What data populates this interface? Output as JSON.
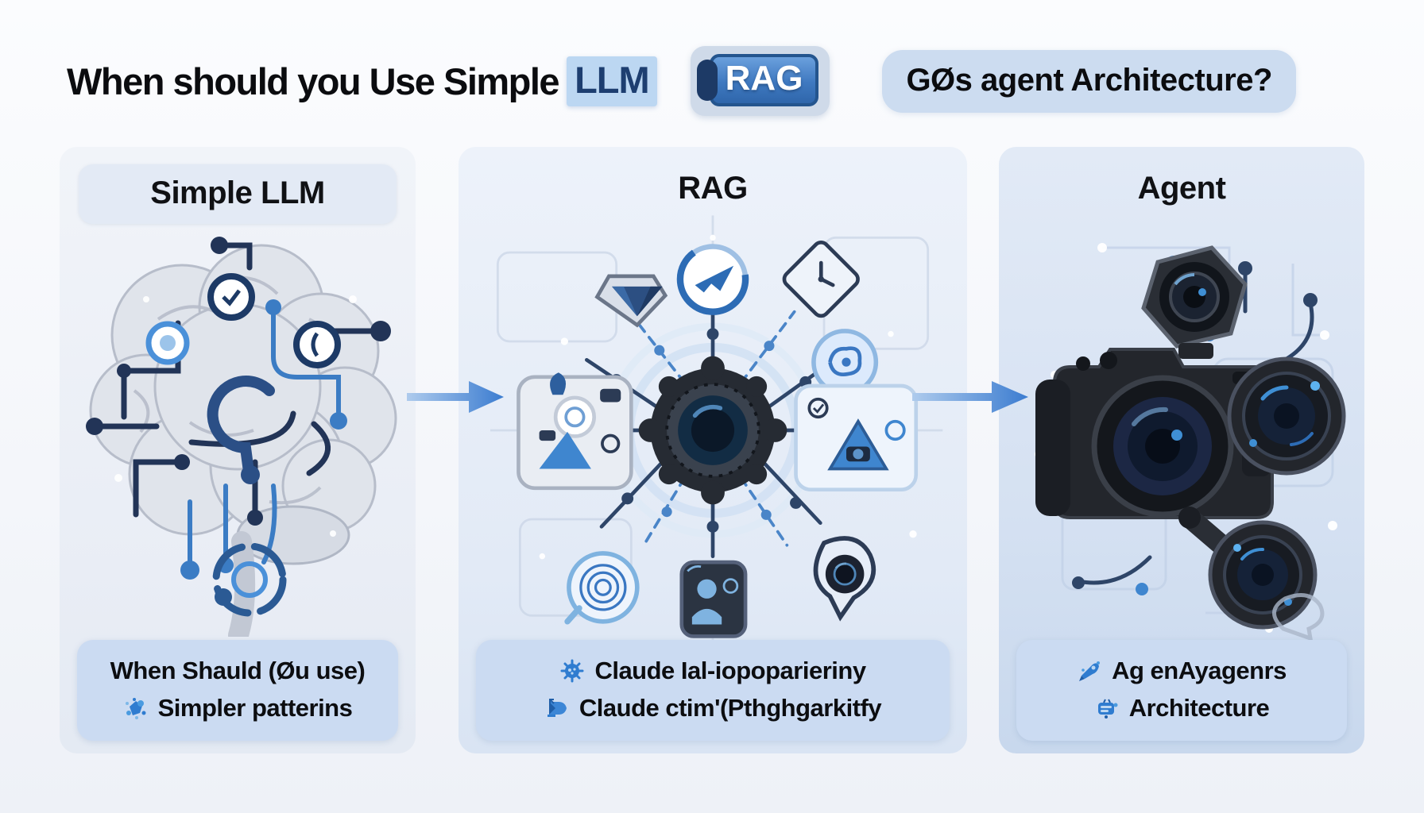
{
  "title": {
    "prefix": "When should you Use Simple",
    "llm_highlight": "LLM",
    "rag_badge": "RAG",
    "suffix": "GØs agent Architecture?"
  },
  "panels": [
    {
      "header": "Simple LLM",
      "illustration": "brain-circuit-illustration",
      "caption_lines": [
        {
          "icon": "none",
          "text": "When Shauld (Øu use)"
        },
        {
          "icon": "paint-splat-icon",
          "text": "Simpler patterins"
        }
      ]
    },
    {
      "header": "RAG",
      "illustration": "hub-network-illustration",
      "caption_lines": [
        {
          "icon": "gear-burst-icon",
          "text": "Claude Ial-iopoparieriny"
        },
        {
          "icon": "book-arrow-icon",
          "text": "Claude ctim'(Pthghgarkitfy"
        }
      ]
    },
    {
      "header": "Agent",
      "illustration": "camera-cluster-illustration",
      "caption_lines": [
        {
          "icon": "rocket-wrench-icon",
          "text": "Ag enAyagenrs"
        },
        {
          "icon": "robot-box-icon",
          "text": "Architecture"
        }
      ]
    }
  ],
  "colors": {
    "accent_blue": "#3b7cd0",
    "navy": "#1d3e70",
    "llm_highlight_bg": "#bcd7f2",
    "rag_badge_bg": "#3f79c0",
    "suffix_bg": "#ccdcf0",
    "caption_bg": "#cbdbf2",
    "panel3_bg": "#d5e1f2"
  }
}
